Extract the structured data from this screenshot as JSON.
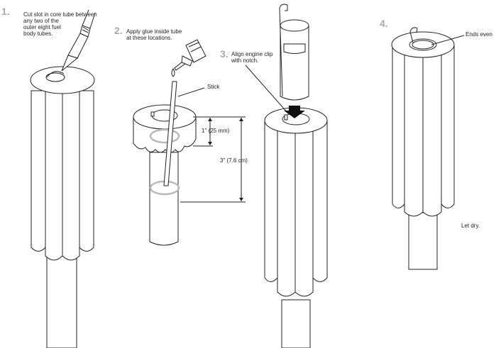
{
  "steps": [
    {
      "number": "1.",
      "lines": [
        "Cut slot in core tube between",
        "any two of the",
        "outer eight fuel",
        "body tubes."
      ]
    },
    {
      "number": "2.",
      "lines": [
        "Apply glue inside tube",
        "at these locations."
      ]
    },
    {
      "number": "3.",
      "lines": [
        "Align engine clip",
        "with notch."
      ]
    },
    {
      "number": "4.",
      "lines": []
    }
  ],
  "labels": {
    "stick": "Stick",
    "dim_small": "1\" (25 mm)",
    "dim_large": "3\" (7.6 cm)",
    "ends_even": "Ends even",
    "let_dry": "Let dry."
  },
  "colors": {
    "line": "#222222",
    "step_number": "#a8a8a8",
    "glue": "#b8b8b8"
  }
}
